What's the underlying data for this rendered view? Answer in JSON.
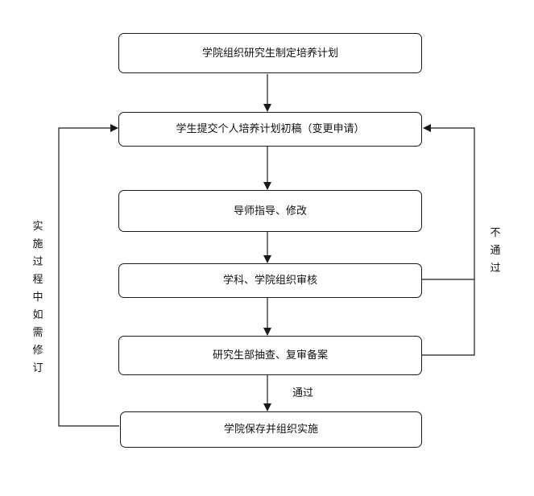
{
  "flowchart": {
    "steps": [
      {
        "label": "学院组织研究生制定培养计划"
      },
      {
        "label": "学生提交个人培养计划初稿（变更申请）"
      },
      {
        "label": "导师指导、修改"
      },
      {
        "label": "学科、学院组织审核"
      },
      {
        "label": "研究生部抽查、复审备案"
      },
      {
        "label": "学院保存并组织实施"
      }
    ],
    "edge_labels": {
      "pass": "通过",
      "not_pass": "不通过",
      "revise_during_implementation": "实施过程中如需修订"
    },
    "colors": {
      "line": "#1a1a1a",
      "box_border": "#1a1a1a",
      "background": "#ffffff"
    }
  }
}
